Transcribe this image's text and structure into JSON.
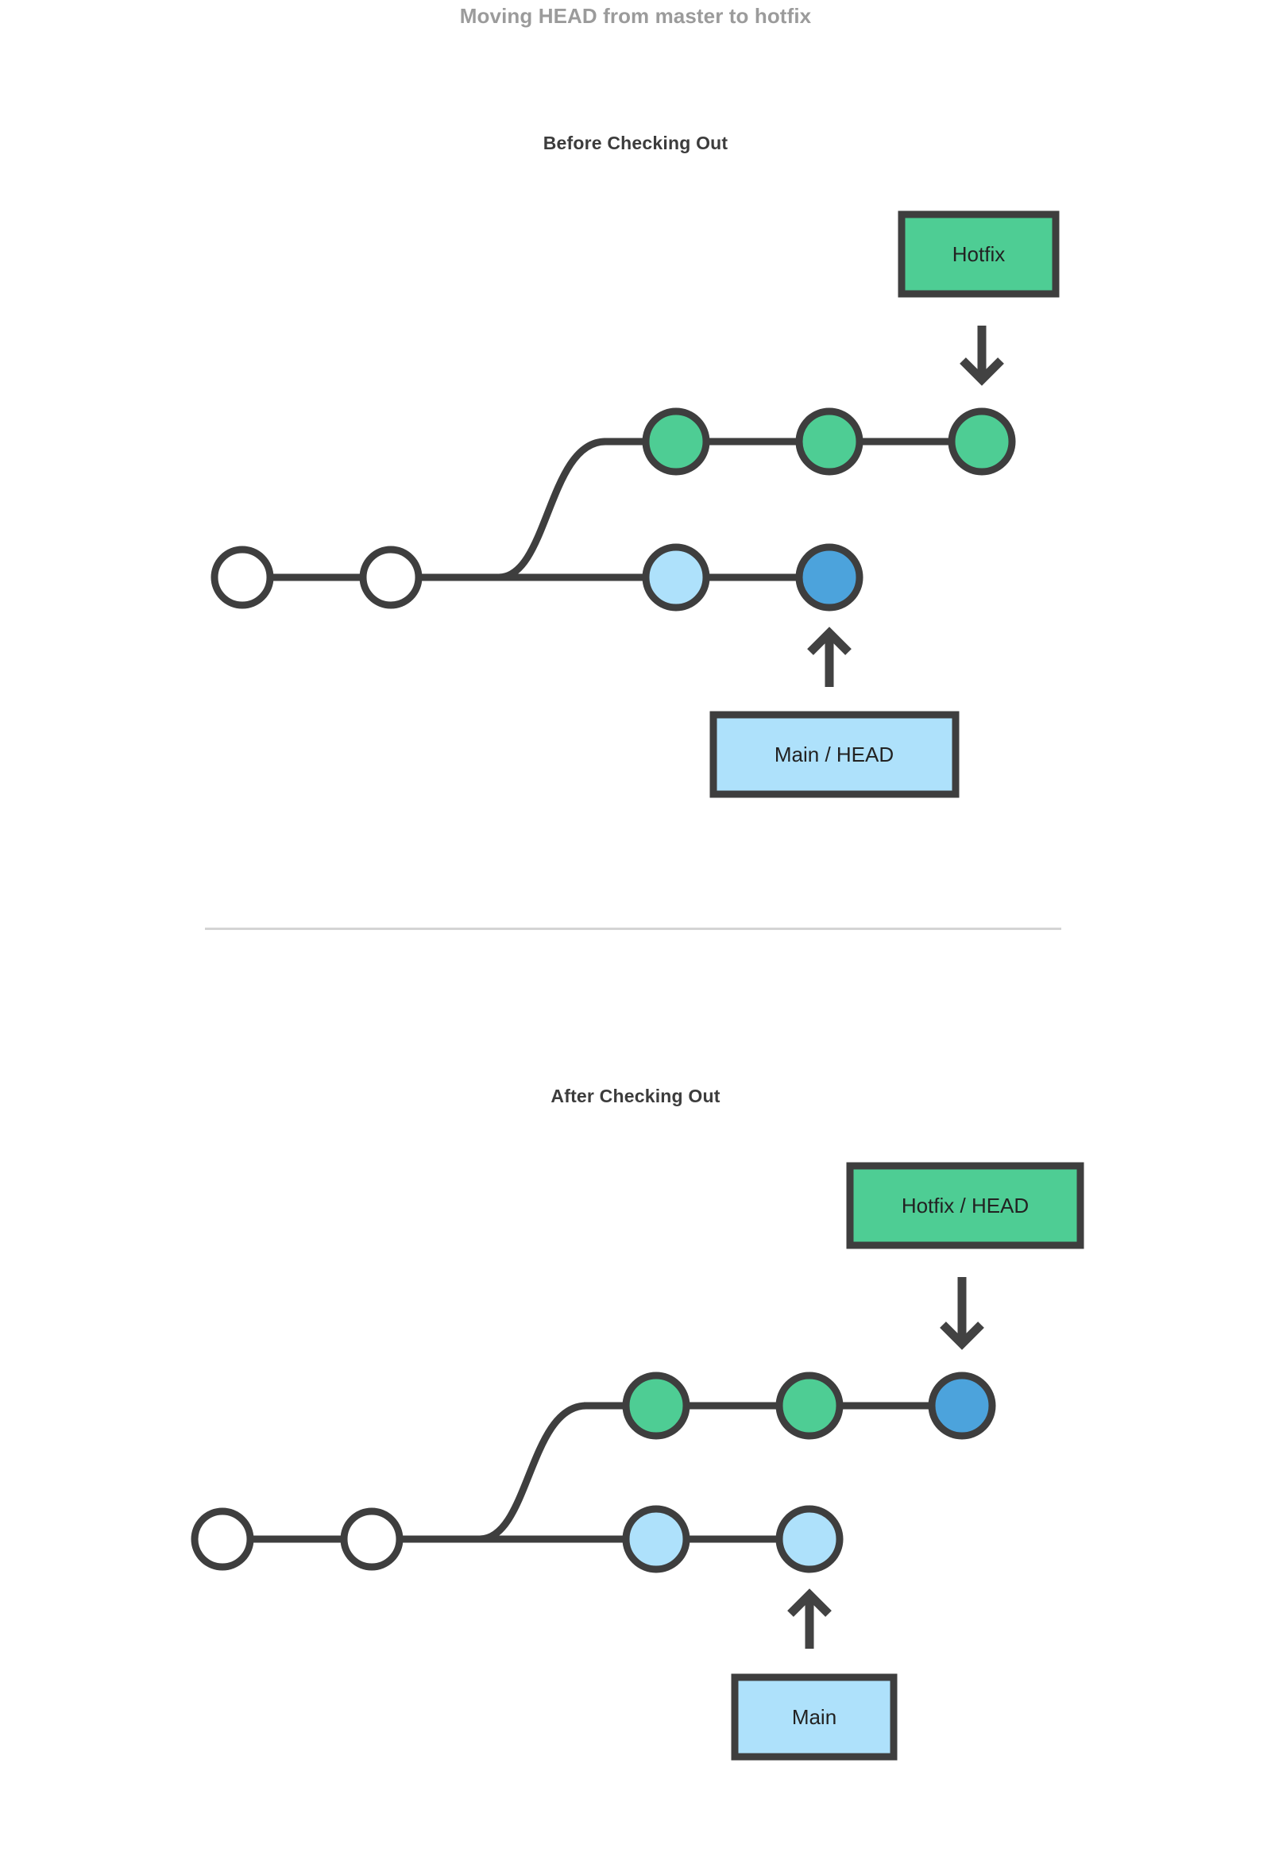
{
  "title": "Moving HEAD from master to hotfix",
  "colors": {
    "green": "#4ecd94",
    "light_blue": "#aee1fb",
    "dark_blue": "#4ca3dc",
    "white": "#ffffff",
    "stroke": "#3e3e3e",
    "title_gray": "#9b9b9b",
    "heading_dark": "#3c3c3c",
    "divider_gray": "#d4d4d4"
  },
  "panels": [
    {
      "id": "before",
      "heading": "Before Checking Out",
      "branch_label": {
        "text": "Hotfix",
        "fill": "#4ecd94"
      },
      "head_label": {
        "text": "Main  / HEAD",
        "fill": "#aee1fb"
      },
      "main_branch_nodes": [
        {
          "fill": "#ffffff"
        },
        {
          "fill": "#ffffff"
        },
        {
          "fill": "#aee1fb"
        },
        {
          "fill": "#4ca3dc"
        }
      ],
      "feature_branch_nodes": [
        {
          "fill": "#4ecd94"
        },
        {
          "fill": "#4ecd94"
        },
        {
          "fill": "#4ecd94"
        }
      ],
      "head_on": "main-commit-4"
    },
    {
      "id": "after",
      "heading": "After Checking Out",
      "branch_label": {
        "text": "Hotfix / HEAD",
        "fill": "#4ecd94"
      },
      "head_label": {
        "text": "Main",
        "fill": "#aee1fb"
      },
      "main_branch_nodes": [
        {
          "fill": "#ffffff"
        },
        {
          "fill": "#ffffff"
        },
        {
          "fill": "#aee1fb"
        },
        {
          "fill": "#aee1fb"
        }
      ],
      "feature_branch_nodes": [
        {
          "fill": "#4ecd94"
        },
        {
          "fill": "#4ecd94"
        },
        {
          "fill": "#4ca3dc"
        }
      ],
      "head_on": "feature-commit-3"
    }
  ]
}
